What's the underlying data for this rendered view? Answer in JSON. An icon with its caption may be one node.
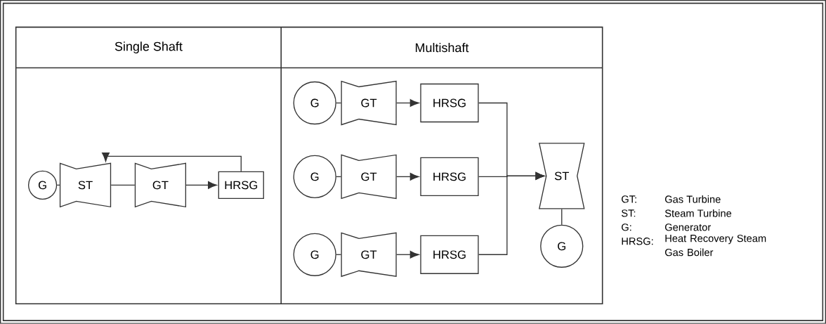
{
  "diagram": {
    "nodes": [
      {
        "text": [
          "G"
        ]
      },
      {
        "text": [
          "ST"
        ]
      },
      {
        "text": [
          "GT"
        ]
      },
      {
        "text": [
          "HRSG"
        ]
      },
      {
        "text": [
          "G"
        ]
      },
      {
        "text": [
          "GT"
        ]
      },
      {
        "text": [
          "HRSG"
        ]
      },
      {
        "text": [
          "G"
        ]
      },
      {
        "text": [
          "GT"
        ]
      },
      {
        "text": [
          "HRSG"
        ]
      },
      {
        "text": [
          "G"
        ]
      },
      {
        "text": [
          "GT"
        ]
      },
      {
        "text": [
          "HRSG"
        ]
      },
      {
        "text": [
          "ST"
        ]
      },
      {
        "text": [
          "G"
        ]
      }
    ],
    "edges": [
      {
        "from": 0,
        "to": 1,
        "arrow": "none"
      },
      {
        "from": 1,
        "to": 2,
        "arrow": "none"
      },
      {
        "from": 2,
        "to": 3,
        "arrow": "to"
      },
      {
        "from": 3,
        "to": 1,
        "arrow": "to"
      },
      {
        "from": 4,
        "to": 5,
        "arrow": "none"
      },
      {
        "from": 5,
        "to": 6,
        "arrow": "to"
      },
      {
        "from": 7,
        "to": 8,
        "arrow": "none"
      },
      {
        "from": 8,
        "to": 9,
        "arrow": "to"
      },
      {
        "from": 10,
        "to": 11,
        "arrow": "none"
      },
      {
        "from": 11,
        "to": 12,
        "arrow": "to"
      },
      {
        "from": 6,
        "to": 13,
        "arrow": "to"
      },
      {
        "from": 9,
        "to": 13,
        "arrow": "to"
      },
      {
        "from": 12,
        "to": 13,
        "arrow": "to"
      },
      {
        "from": 13,
        "to": 14,
        "arrow": "none"
      }
    ],
    "labels": [
      "Single Shaft",
      "Multishaft",
      "GT:",
      "Gas Turbine",
      "ST:",
      "Steam Turbine",
      "G:",
      "Generator",
      "HRSG:",
      "Heat Recovery Steam Gas Boiler"
    ]
  }
}
